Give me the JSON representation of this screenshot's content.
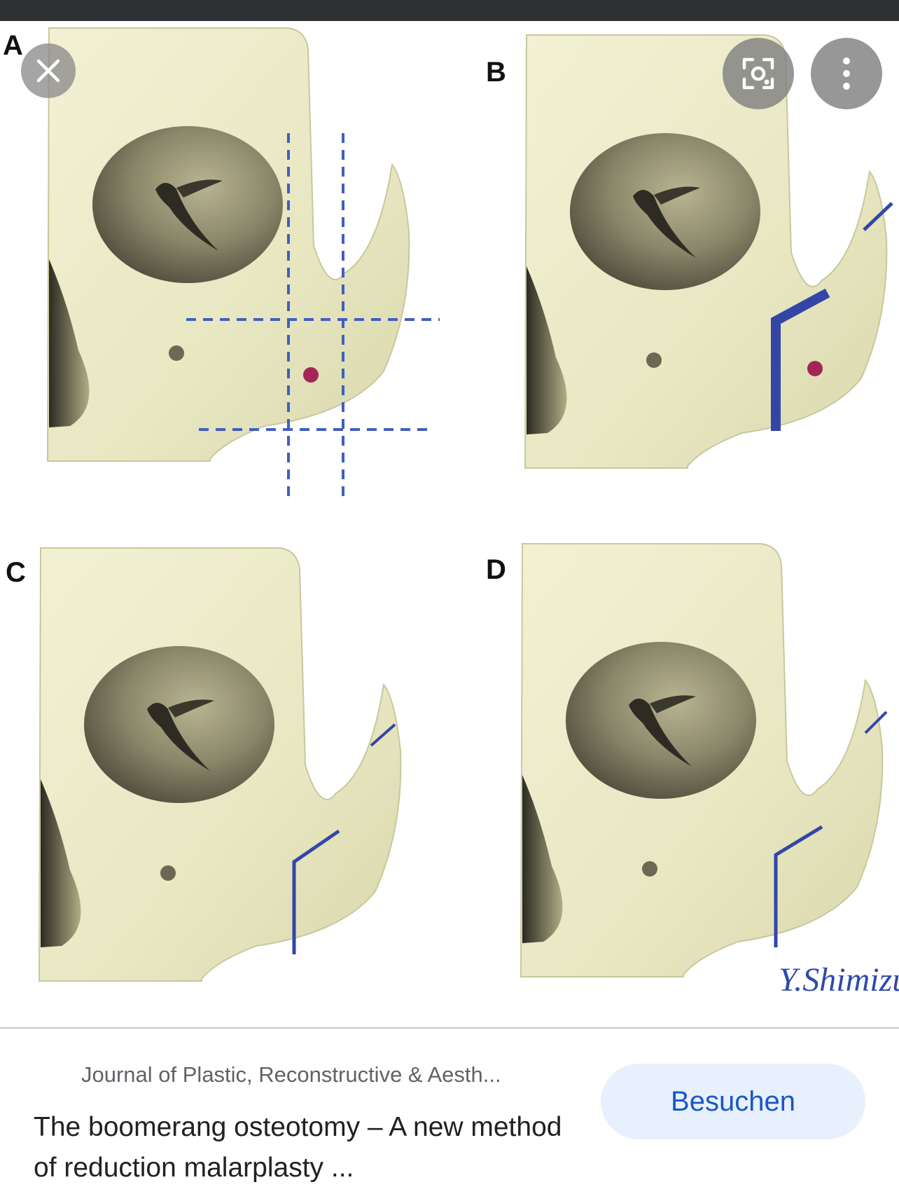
{
  "figure": {
    "panels": [
      {
        "letter": "A"
      },
      {
        "letter": "B"
      },
      {
        "letter": "C"
      },
      {
        "letter": "D"
      }
    ],
    "signature": "Y.Shimizu"
  },
  "overlay": {
    "close_icon": "close-icon",
    "lens_icon": "google-lens-icon",
    "more_icon": "more-vertical-icon"
  },
  "result": {
    "source": "Journal of Plastic, Reconstructive & Aesth...",
    "title": "The boomerang osteotomy – A new method of reduction malarplasty ...",
    "visit_label": "Besuchen"
  },
  "colors": {
    "bone": "#ecebc8",
    "orbit": "#74705a",
    "cut_line": "#3346a8",
    "point": "#a32656",
    "button_bg": "#e8f0fe",
    "button_text": "#1a57c4"
  }
}
